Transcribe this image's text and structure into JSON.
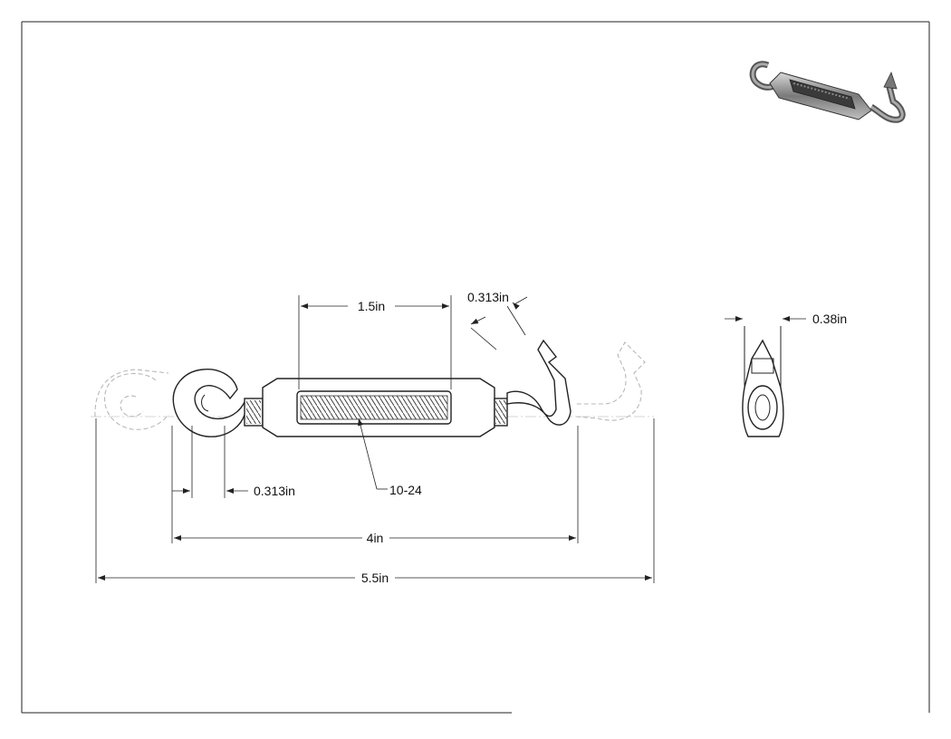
{
  "dimensions": {
    "body_length": "1.5in",
    "hook_opening": "0.313in",
    "eye_opening": "0.313in",
    "thread_size": "10-24",
    "closed_length": "4in",
    "open_length": "5.5in",
    "side_thickness": "0.38in"
  }
}
